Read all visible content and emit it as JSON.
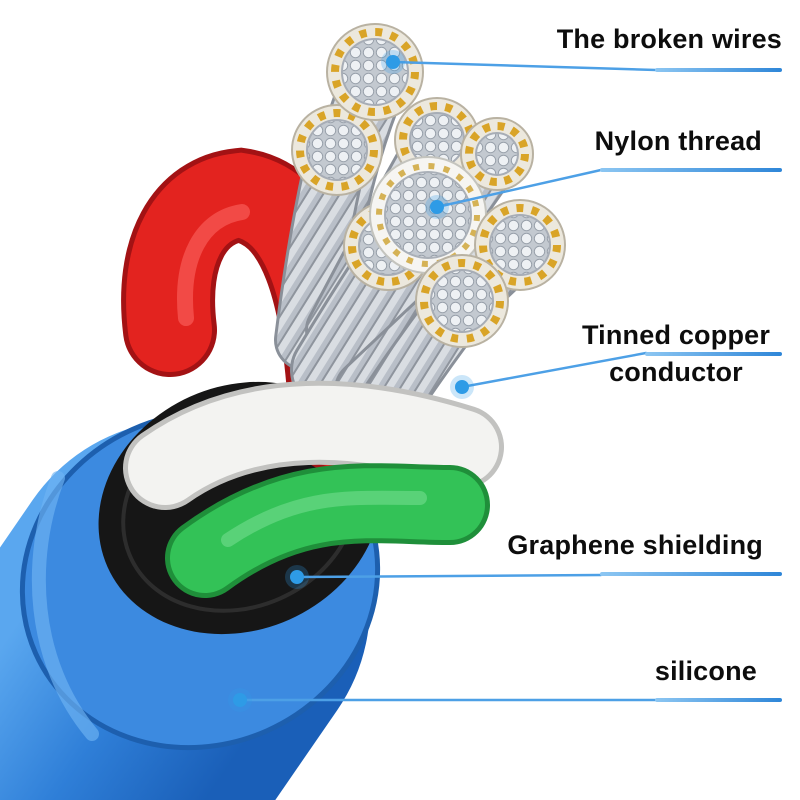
{
  "page": {
    "background": "#ffffff"
  },
  "labels": {
    "broken_wires": {
      "text": "The broken wires"
    },
    "nylon_thread": {
      "text": "Nylon thread"
    },
    "tinned_copper": {
      "line1": "Tinned copper",
      "line2": "conductor"
    },
    "graphene_shielding": {
      "text": "Graphene shielding"
    },
    "silicone": {
      "text": "silicone"
    }
  },
  "colors": {
    "marker_blue": "#2e9be6",
    "leader_blue": "#4da0e6",
    "underline_blue": "#2e86d8",
    "jacket_blue": "#2f7fd8",
    "shield_black": "#161616",
    "wire_red": "#e3231f",
    "wire_white": "#f3f3f1",
    "wire_green": "#33c257",
    "strand_silver": "#c7ccd3",
    "nylon_gold": "#d9a427"
  }
}
